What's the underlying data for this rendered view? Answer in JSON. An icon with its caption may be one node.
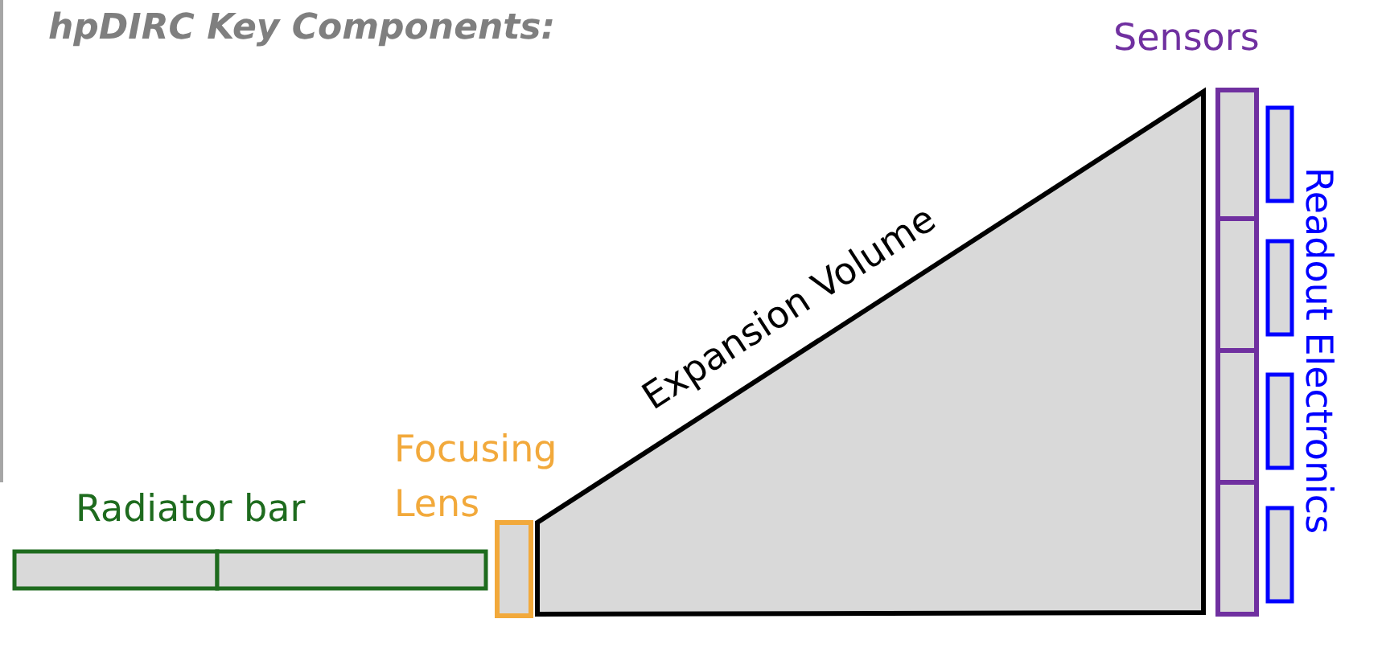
{
  "diagram": {
    "title": "hpDIRC Key Components:",
    "labels": [
      "Radiator bar",
      "Focusing Lens",
      "Expansion Volume",
      "Sensors",
      "Readout Electronics"
    ]
  }
}
